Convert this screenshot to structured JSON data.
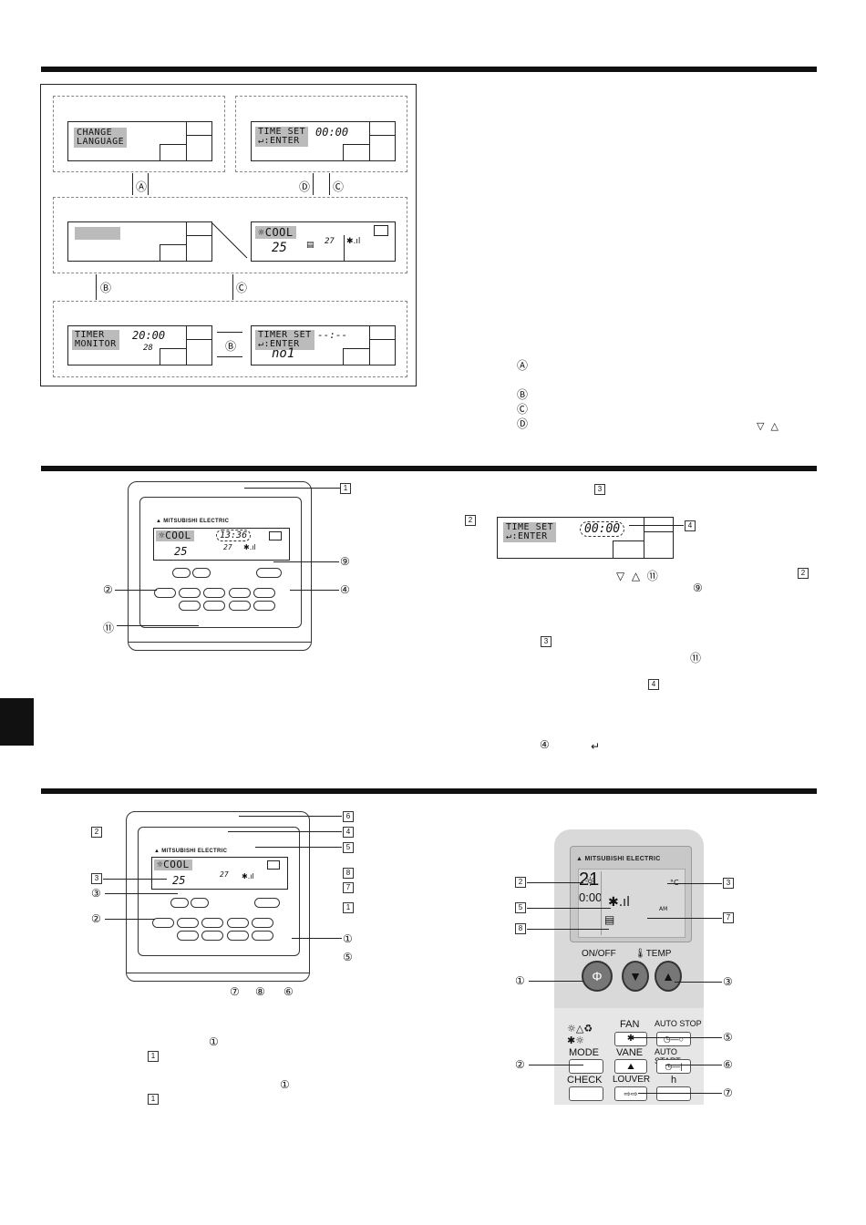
{
  "sections": {
    "top": {
      "screens": {
        "change_language": "CHANGE\nLANGUAGE",
        "time_set": "TIME SET\n↵:ENTER",
        "time_set_value": "00:00",
        "main_mode": "COOL",
        "main_set_temp": "25",
        "main_room_temp": "27",
        "timer_monitor": "TIMER\nMONITOR",
        "timer_monitor_value": "20:00",
        "timer_monitor_temp": "28",
        "timer_set": "TIMER SET\n↵:ENTER",
        "timer_set_value": "--:--",
        "timer_set_no": "no1"
      },
      "arrow_labels": {
        "a": "Ⓐ",
        "b1": "Ⓑ",
        "b2": "Ⓑ",
        "c1": "Ⓒ",
        "c2": "Ⓒ",
        "d": "Ⓓ"
      },
      "legend": [
        {
          "sym": "Ⓐ"
        },
        {
          "sym": "Ⓑ"
        },
        {
          "sym": "Ⓒ"
        },
        {
          "sym": "Ⓓ"
        }
      ],
      "legend_keys": "▽  △"
    },
    "middle": {
      "remote": {
        "brand": "MITSUBISHI ELECTRIC",
        "mode": "COOL",
        "clock": "13:36",
        "set_temp": "25",
        "room_temp": "27"
      },
      "callouts": {
        "c1": "1",
        "c2": "②",
        "c9": "⑨",
        "c4": "④",
        "c11": "⑪"
      },
      "screen": {
        "text": "TIME SET\n↵:ENTER",
        "value": "00:00",
        "sq2": "2",
        "sq3": "3",
        "sq4": "4"
      },
      "notes": {
        "keys": "▽  △  ⑪",
        "n9": "⑨",
        "sq2b": "2",
        "sq3b": "3",
        "n11": "⑪",
        "sq4b": "4",
        "n4": "④",
        "enter": "↵"
      }
    },
    "bottom": {
      "remote": {
        "brand": "MITSUBISHI ELECTRIC",
        "mode": "COOL",
        "set_temp": "25",
        "room_temp": "27"
      },
      "callouts_left": {
        "s2": "2",
        "s3": "3",
        "c3": "③",
        "c2": "②"
      },
      "callouts_right": {
        "s6": "6",
        "s4": "4",
        "s5": "5",
        "s8": "8",
        "s7": "7",
        "s1": "1",
        "c1": "①",
        "c5": "⑤"
      },
      "callouts_bottom": {
        "c7": "⑦",
        "c8": "⑧",
        "c6": "⑥"
      },
      "notes": {
        "n1a": "①",
        "sq1a": "1",
        "n1b": "①",
        "sq1b": "1"
      },
      "wireless": {
        "brand": "MITSUBISHI ELECTRIC",
        "temp": "21",
        "unit": "°C",
        "timer_ampm": "AM",
        "timer_value": "0:00",
        "on_off": "ON/OFF",
        "temp_label": "TEMP",
        "fan": "FAN",
        "auto_stop": "AUTO STOP",
        "mode": "MODE",
        "vane": "VANE",
        "auto_start": "AUTO START",
        "check": "CHECK",
        "louver": "LOUVER",
        "h": "h"
      },
      "wireless_callouts": {
        "s2": "2",
        "s3": "3",
        "s5": "5",
        "s7": "7",
        "s8": "8",
        "c1": "①",
        "c3": "③",
        "c5": "⑤",
        "c2": "②",
        "c6": "⑥",
        "c7": "⑦"
      }
    }
  }
}
